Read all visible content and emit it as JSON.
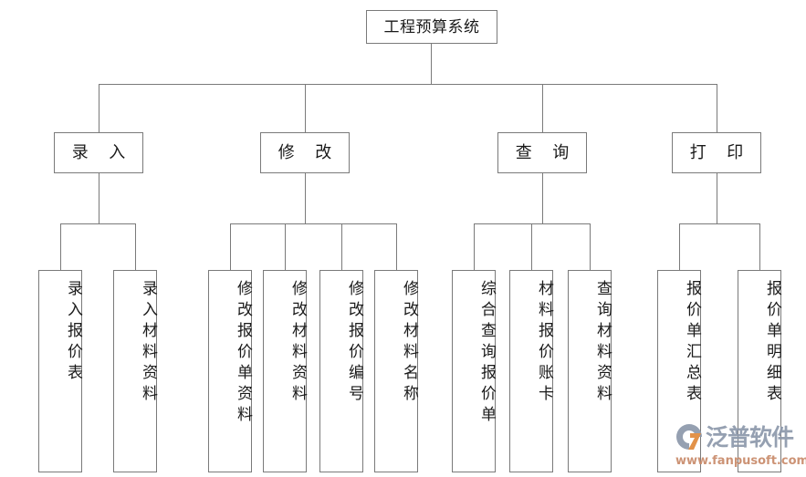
{
  "chart_data": {
    "type": "diagram",
    "subtype": "tree-hierarchy",
    "title": "工程预算系统",
    "orientation": "top-down",
    "levels": 3,
    "node_count": 16,
    "colors": {
      "border": "#7a7a7a",
      "fill": "#ffffff",
      "text": "#1a1a1a",
      "watermark_text": "#8d99ac",
      "watermark_url": "#c98b6b",
      "watermark_accent": "#e08a3c"
    },
    "nodes": {
      "root": {
        "label": "工程预算系统"
      },
      "level2": [
        {
          "label": "录  入",
          "children": 2
        },
        {
          "label": "修  改",
          "children": 4
        },
        {
          "label": "查  询",
          "children": 3
        },
        {
          "label": "打  印",
          "children": 2
        }
      ],
      "leaves": [
        {
          "label": "录入报价表",
          "parent": "录  入"
        },
        {
          "label": "录入材料资料",
          "parent": "录  入"
        },
        {
          "label": "修改报价单资料",
          "parent": "修  改"
        },
        {
          "label": "修改材料资料",
          "parent": "修  改"
        },
        {
          "label": "修改报价编号",
          "parent": "修  改"
        },
        {
          "label": "修改材料名称",
          "parent": "修  改"
        },
        {
          "label": "综合查询报价单",
          "parent": "查  询"
        },
        {
          "label": "材料报价账卡",
          "parent": "查  询"
        },
        {
          "label": "查询材料资料",
          "parent": "查  询"
        },
        {
          "label": "报价单汇总表",
          "parent": "打  印"
        },
        {
          "label": "报价单明细表",
          "parent": "打  印"
        }
      ]
    }
  },
  "watermark": {
    "brand": "泛普软件",
    "url": "www.fanpusoft.com"
  }
}
